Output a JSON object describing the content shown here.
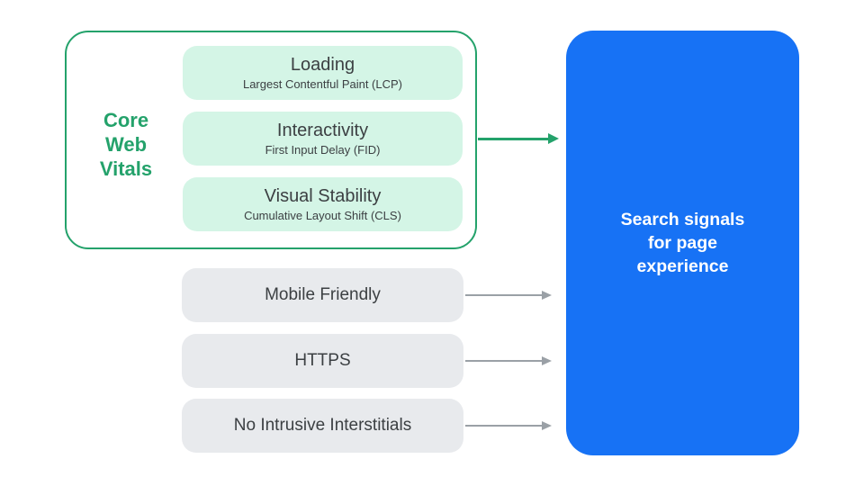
{
  "diagram": {
    "title": "Search signals for page experience diagram"
  },
  "colors": {
    "green_accent": "#24a26b",
    "green_pill_bg": "#d4f5e6",
    "gray_pill_bg": "#e8eaed",
    "gray_arrow": "#9aa0a6",
    "blue_box_bg": "#1772f5",
    "dark_text": "#3c4043",
    "white_text": "#ffffff"
  },
  "core_web_vitals": {
    "label": "Core Web Vitals",
    "label_lines": [
      "Core",
      "Web",
      "Vitals"
    ],
    "items": [
      {
        "title": "Loading",
        "subtitle": "Largest Contentful Paint (LCP)"
      },
      {
        "title": "Interactivity",
        "subtitle": "First Input Delay (FID)"
      },
      {
        "title": "Visual Stability",
        "subtitle": "Cumulative Layout Shift (CLS)"
      }
    ]
  },
  "other_signals": [
    {
      "label": "Mobile Friendly"
    },
    {
      "label": "HTTPS"
    },
    {
      "label": "No Intrusive Interstitials"
    }
  ],
  "result_box": {
    "label": "Search signals for page experience",
    "lines": [
      "Search signals",
      "for page",
      "experience"
    ]
  }
}
